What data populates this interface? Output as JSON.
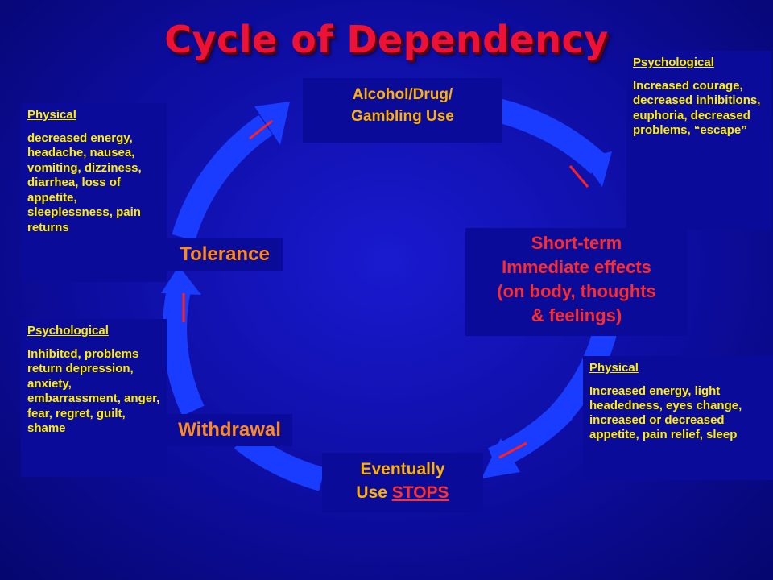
{
  "title": "Cycle of Dependency",
  "stages": {
    "use_line1": "Alcohol/Drug/",
    "use_line2": "Gambling Use",
    "effects_line1": "Short-term",
    "effects_line2": "Immediate effects",
    "effects_line3": "(on body, thoughts",
    "effects_line4": "& feelings)",
    "stops_line1": "Eventually",
    "stops_prefix": "Use ",
    "stops_emph": "STOPS",
    "withdrawal": "Withdrawal",
    "tolerance": "Tolerance"
  },
  "notes": {
    "physical_left": {
      "heading": "Physical",
      "text": "decreased energy, headache, nausea, vomiting, dizziness, diarrhea, loss of appetite, sleeplessness, pain returns"
    },
    "psychological_left": {
      "heading": "Psychological",
      "text": "Inhibited, problems return depression, anxiety, embarrassment, anger, fear, regret, guilt, shame"
    },
    "psychological_right": {
      "heading": "Psychological",
      "text": "Increased courage, decreased inhibitions, euphoria, decreased problems, “escape”"
    },
    "physical_right": {
      "heading": "Physical",
      "text": "Increased energy, light headedness, eyes change, increased or decreased appetite, pain relief, sleep"
    }
  },
  "colors": {
    "background": "#0d0da0",
    "cycle_arrow": "#1a3cff",
    "title": "#ee1133",
    "stage_red": "#ff2a2a",
    "stage_orange": "#ff8a1a",
    "stage_amber": "#ffb000",
    "note_text": "#ffee00",
    "box_fill": "#0b0b9a",
    "tick_marks": "#ff2020"
  }
}
